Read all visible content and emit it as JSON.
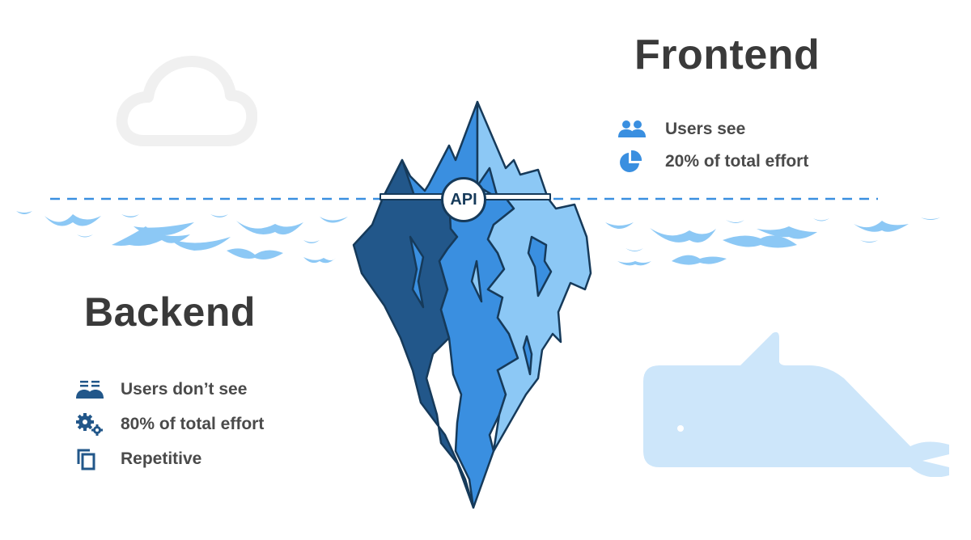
{
  "frontend": {
    "title": "Frontend",
    "items": [
      {
        "icon": "users-icon",
        "label": "Users see"
      },
      {
        "icon": "pie-chart-icon",
        "label": "20% of total effort"
      }
    ]
  },
  "backend": {
    "title": "Backend",
    "items": [
      {
        "icon": "users-hidden-icon",
        "label": "Users don’t see"
      },
      {
        "icon": "gears-icon",
        "label": "80% of total effort"
      },
      {
        "icon": "copy-icon",
        "label": "Repetitive"
      }
    ]
  },
  "iceberg": {
    "center_label": "API"
  },
  "colors": {
    "dark_blue": "#22578a",
    "mid_blue": "#3a8fe0",
    "light_blue": "#8cc8f5",
    "water_dash": "#3a8fe0",
    "wave": "#8cc8f5",
    "whale": "#cde6fa",
    "cloud": "#f0f0f0",
    "outline": "#163a5a",
    "text": "#3a3a3a"
  }
}
